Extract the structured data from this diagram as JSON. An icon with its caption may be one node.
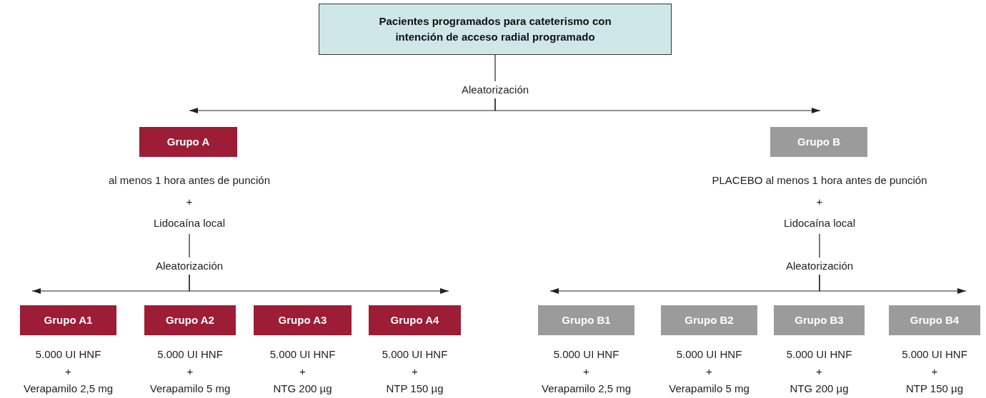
{
  "diagram": {
    "nodes": [
      {
        "text": [
          "Pacientes programados para cateterismo con intención de acceso radial programado"
        ]
      },
      {
        "text": [
          "Aleatorización"
        ]
      },
      {
        "text": [
          "Grupo A"
        ]
      },
      {
        "text": [
          "Grupo B"
        ]
      },
      {
        "text": [
          "al menos 1 hora antes de punción",
          "+",
          "Lidocaína local"
        ]
      },
      {
        "text": [
          "Aleatorización"
        ]
      },
      {
        "text": [
          "PLACEBO al menos 1 hora antes de punción",
          "+",
          "Lidocaína local"
        ]
      },
      {
        "text": [
          "Aleatorización"
        ]
      },
      {
        "text": [
          "Grupo A1"
        ],
        "beside": [
          "5.000 UI HNF",
          "+",
          "Verapamilo 2,5 mg"
        ]
      },
      {
        "text": [
          "Grupo A2"
        ],
        "beside": [
          "5.000 UI HNF",
          "+",
          "Verapamilo 5 mg"
        ]
      },
      {
        "text": [
          "Grupo A3"
        ],
        "beside": [
          "5.000 UI HNF",
          "+",
          "NTG 200 µg"
        ]
      },
      {
        "text": [
          "Grupo A4"
        ],
        "beside": [
          "5.000 UI HNF",
          "+",
          "NTP 150 µg"
        ]
      },
      {
        "text": [
          "Grupo B1"
        ],
        "beside": [
          "5.000 UI HNF",
          "+",
          "Verapamilo 2,5 mg"
        ]
      },
      {
        "text": [
          "Grupo B2"
        ],
        "beside": [
          "5.000 UI HNF",
          "+",
          "Verapamilo 5 mg"
        ]
      },
      {
        "text": [
          "Grupo B3"
        ],
        "beside": [
          "5.000 UI HNF",
          "+",
          "NTG 200 µg"
        ]
      },
      {
        "text": [
          "Grupo B4"
        ],
        "beside": [
          "5.000 UI HNF",
          "+",
          "NTP 150 µg"
        ]
      }
    ],
    "edges": [
      {
        "from": 0,
        "to": 1,
        "arrow": "none"
      },
      {
        "from": 1,
        "to": 2,
        "arrow": "to"
      },
      {
        "from": 1,
        "to": 3,
        "arrow": "to"
      },
      {
        "from": 4,
        "to": 5,
        "arrow": "none"
      },
      {
        "from": 5,
        "to": 8,
        "arrow": "to"
      },
      {
        "from": 5,
        "to": 11,
        "arrow": "to"
      },
      {
        "from": 6,
        "to": 7,
        "arrow": "none"
      },
      {
        "from": 7,
        "to": 12,
        "arrow": "to"
      },
      {
        "from": 7,
        "to": 15,
        "arrow": "to"
      }
    ]
  }
}
